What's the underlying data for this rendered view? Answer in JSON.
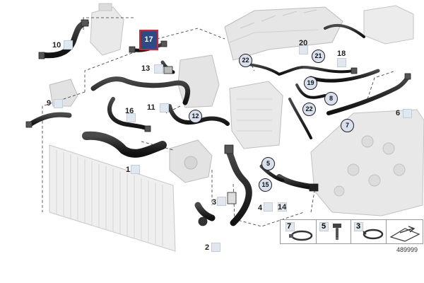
{
  "callouts": {
    "c1": "1",
    "c2": "2",
    "c3": "3",
    "c4": "4",
    "c5": "5",
    "c6": "6",
    "c7": "7",
    "c8": "8",
    "c9": "9",
    "c10": "10",
    "c11": "11",
    "c12": "12",
    "c13": "13",
    "c14": "14",
    "c15": "15",
    "c16": "16",
    "c17": "17",
    "c18": "18",
    "c19": "19",
    "c20": "20",
    "c21": "21",
    "c22a": "22",
    "c22b": "22"
  },
  "legend": {
    "item7": "7",
    "item5": "5",
    "item3": "3"
  },
  "document_number": "489999",
  "colors": {
    "highlight_fill": "#2e4a86",
    "highlight_border": "#d8242a",
    "label_box": "#e1e7ef",
    "circle_fill": "#d7e0ec"
  }
}
